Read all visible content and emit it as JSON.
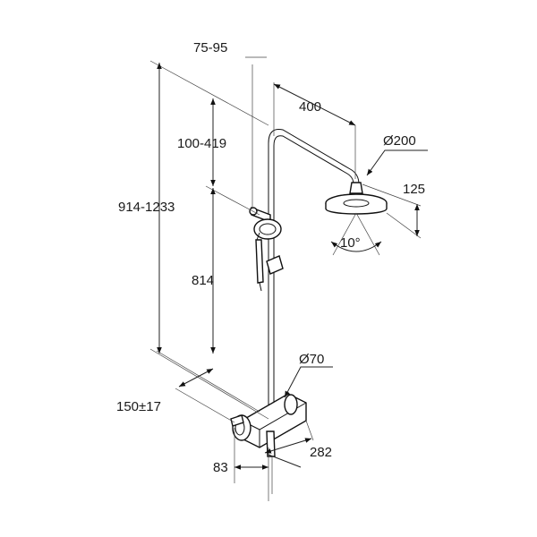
{
  "dimensions": {
    "hose_offset": "75-95",
    "arm_length": "400",
    "head_diameter": "Ø200",
    "head_drop": "125",
    "head_tilt": "10°",
    "slider_range": "100-419",
    "total_height": "914-1233",
    "rail_length": "814",
    "rail_diameter": "Ø70",
    "wall_distance": "150±17",
    "mixer_depth": "83",
    "mixer_width": "282"
  },
  "colors": {
    "line": "#111111",
    "background": "#ffffff"
  }
}
